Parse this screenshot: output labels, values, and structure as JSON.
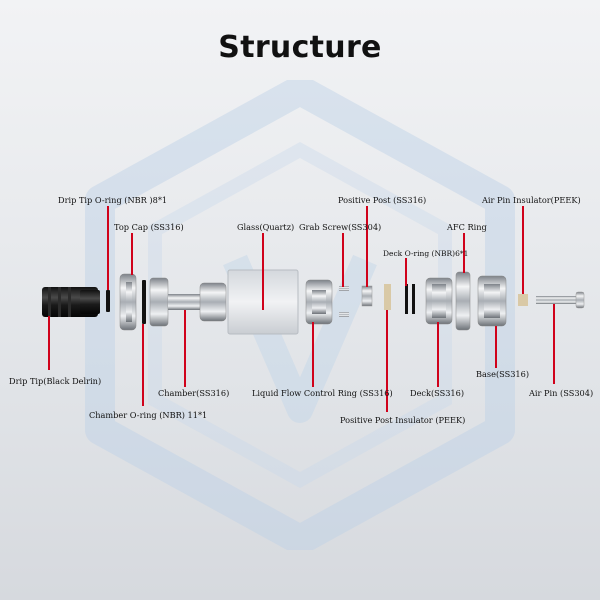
{
  "title": "Structure",
  "colors": {
    "pointer": "#d0021b",
    "background": "#e6e8eb",
    "watermark": "#b9cfe6"
  },
  "watermark": "hexagon-logo-watermark",
  "labels": {
    "drip_tip_oring": "Drip Tip O-ring (NBR )8*1",
    "top_cap": "Top Cap (SS316)",
    "drip_tip": "Drip Tip(Black Delrin)",
    "chamber_oring": "Chamber O-ring (NBR) 11*1",
    "chamber": "Chamber(SS316)",
    "glass": "Glass(Quartz)",
    "grab_screw": "Grab Screw(SS304)",
    "positive_post": "Positive Post (SS316)",
    "liquid_flow": "Liquid Flow Control Ring (SS316)",
    "deck_oring": "Deck O-ring (NBR)6*1",
    "positive_post_insulator": "Positive Post Insulator (PEEK)",
    "afc_ring": "AFC Ring",
    "deck": "Deck(SS316)",
    "air_pin_insulator": "Air Pin Insulator(PEEK)",
    "base": "Base(SS316)",
    "air_pin": "Air Pin (SS304)"
  }
}
